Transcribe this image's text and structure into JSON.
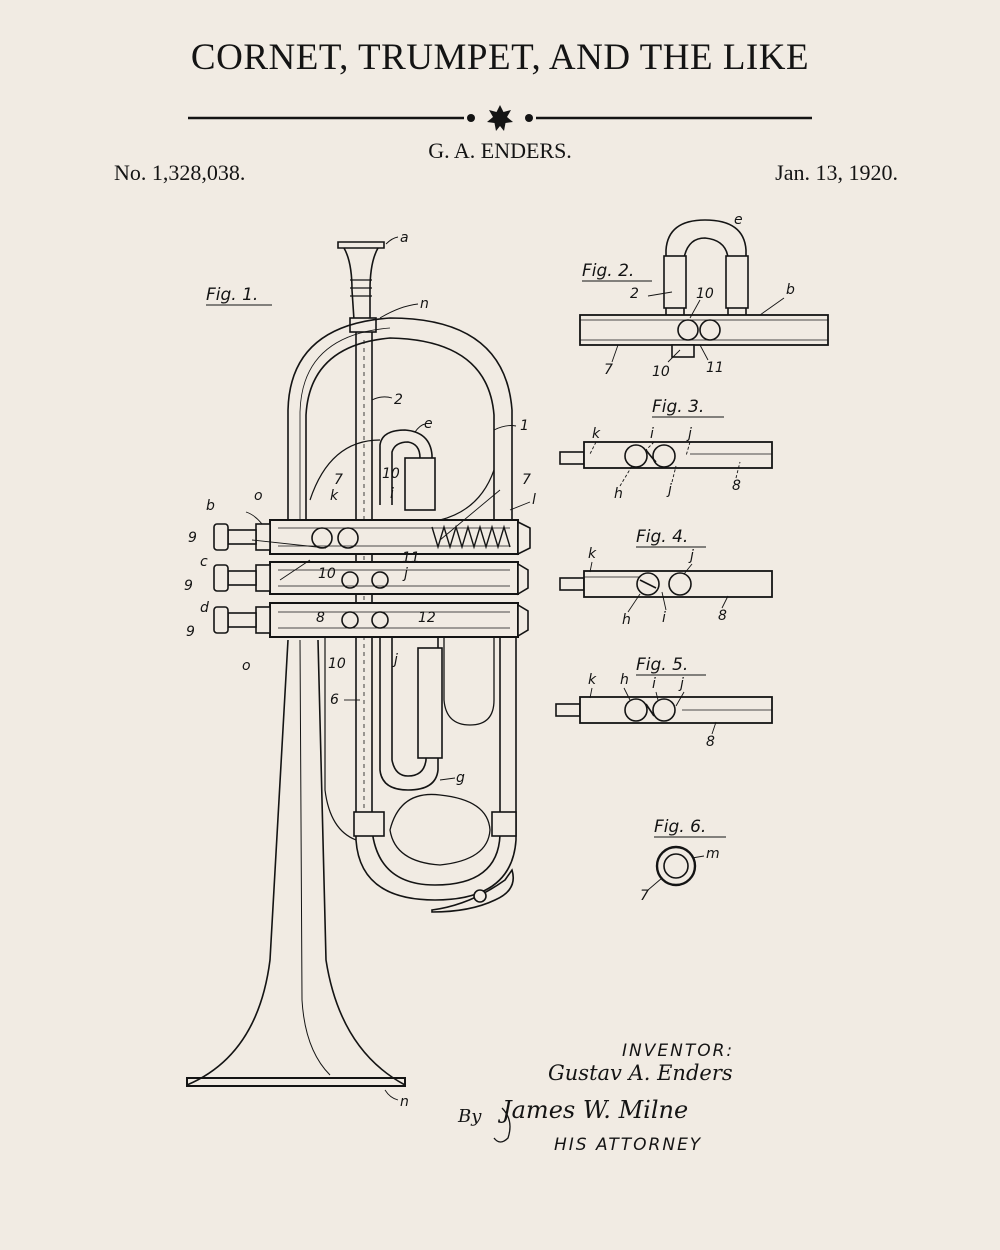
{
  "header": {
    "title": "CORNET, TRUMPET, AND THE LIKE",
    "inventor": "G. A. ENDERS.",
    "patent_number": "No. 1,328,038.",
    "date": "Jan. 13, 1920."
  },
  "figures": {
    "fig1": "Fig. 1.",
    "fig2": "Fig. 2.",
    "fig3": "Fig. 3.",
    "fig4": "Fig. 4.",
    "fig5": "Fig. 5.",
    "fig6": "Fig. 6."
  },
  "fig1_refs": {
    "a": "a",
    "n_top": "n",
    "r2": "2",
    "r1": "1",
    "e": "e",
    "r7a": "7",
    "r10a": "10",
    "k": "k",
    "i": "i",
    "r7b": "7",
    "l": "l",
    "b": "b",
    "o1": "o",
    "r9a": "9",
    "c": "c",
    "r9b": "9",
    "d": "d",
    "r9c": "9",
    "o2": "o",
    "r10b": "10",
    "r11": "11",
    "r8": "8",
    "r12": "12",
    "r10c": "10",
    "j1": "j",
    "j2": "j",
    "r6": "6",
    "g": "g",
    "n_bot": "n"
  },
  "fig2_refs": {
    "e": "e",
    "r2": "2",
    "r10a": "10",
    "b": "b",
    "r7": "7",
    "r10b": "10",
    "r11": "11"
  },
  "fig3_refs": {
    "k": "k",
    "i": "i",
    "j1": "j",
    "h": "h",
    "j2": "j",
    "r8": "8"
  },
  "fig4_refs": {
    "k": "k",
    "j": "j",
    "h": "h",
    "i": "i",
    "r8": "8"
  },
  "fig5_refs": {
    "k": "k",
    "h": "h",
    "i": "i",
    "j": "j",
    "r8": "8"
  },
  "fig6_refs": {
    "m": "m",
    "r7": "7"
  },
  "signature": {
    "inventor_label": "INVENTOR:",
    "inventor_name": "Gustav A. Enders",
    "by": "By",
    "attorney_name": "James W. Milne",
    "attorney_label": "HIS ATTORNEY"
  },
  "colors": {
    "background": "#f1ebe3",
    "ink": "#141414"
  }
}
